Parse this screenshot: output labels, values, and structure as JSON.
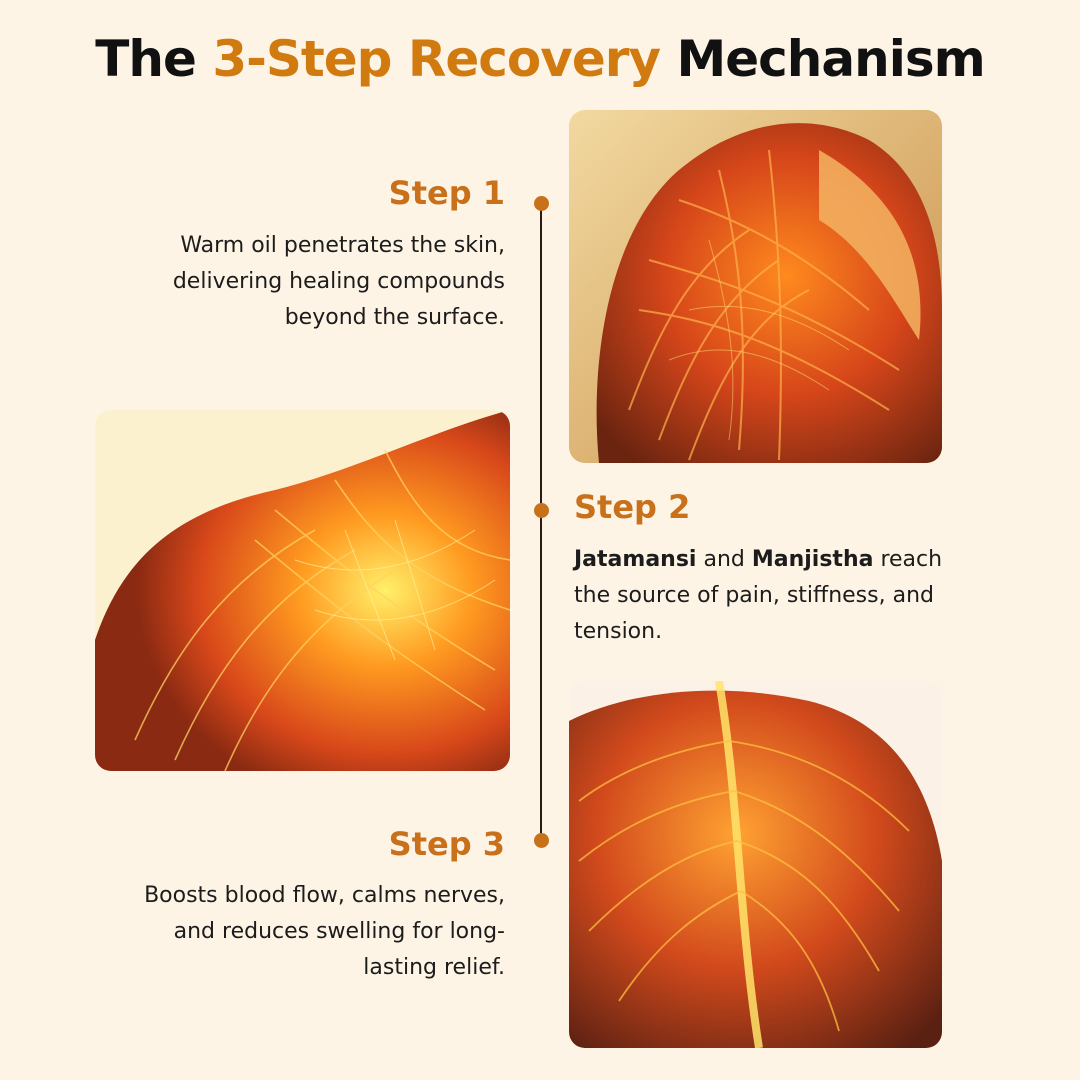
{
  "title": {
    "part1": "The ",
    "accent": "3-Step Recovery",
    "part2": " Mechanism"
  },
  "steps": [
    {
      "heading": "Step 1",
      "text": "Warm oil penetrates the skin, delivering healing compounds beyond the surface."
    },
    {
      "heading": "Step 2",
      "bold1": "Jatamansi",
      "mid": " and ",
      "bold2": "Manjistha",
      "rest": " reach the source of pain, stiffness, and tension."
    },
    {
      "heading": "Step 3",
      "text": "Boosts blood flow, calms nerves, and reduces swelling for long-lasting relief."
    }
  ],
  "colors": {
    "accent": "#d07a10",
    "background": "#fdf4e6",
    "dot": "#c8701a"
  },
  "images": [
    {
      "name": "back-muscles-illustration"
    },
    {
      "name": "shoulder-muscles-illustration"
    },
    {
      "name": "spine-nerves-illustration"
    }
  ]
}
